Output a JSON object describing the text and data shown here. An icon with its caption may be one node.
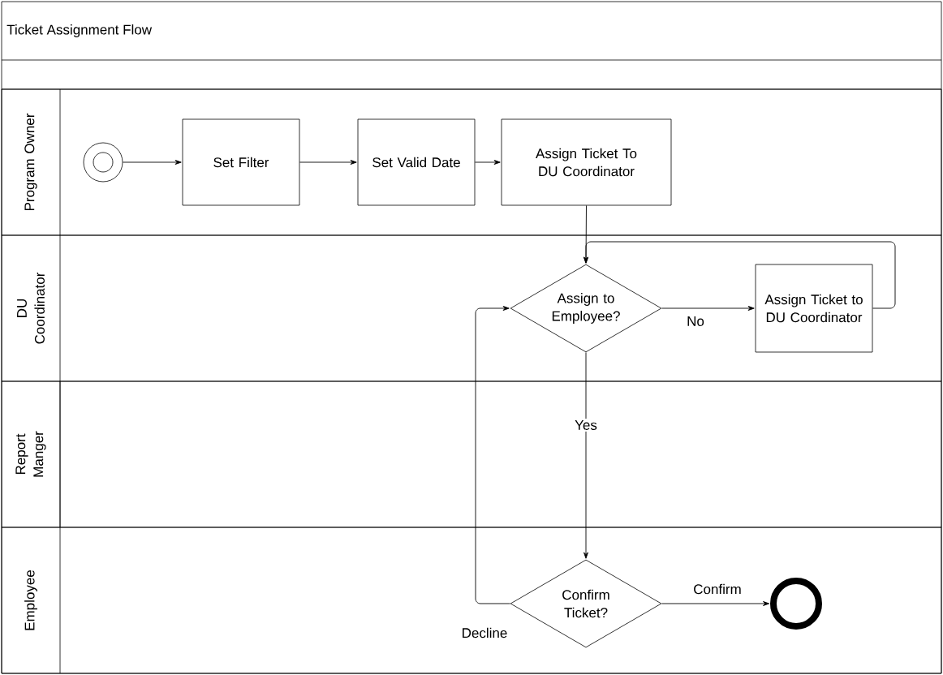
{
  "diagram": {
    "title": "Ticket Assignment Flow",
    "nodes": [
      {
        "text": [
          "Program Owner"
        ]
      },
      {
        "text": [],
        "shape": "circle",
        "in": 0
      },
      {
        "text": [
          "Set Filter"
        ],
        "in": 0
      },
      {
        "text": [
          "Set Valid Date"
        ],
        "in": 0
      },
      {
        "text": [
          "Assign Ticket To DU Coordinator"
        ],
        "in": 0
      },
      {
        "text": [
          "DU Coordinator"
        ]
      },
      {
        "text": [
          "Assign to Employee?"
        ],
        "in": 5
      },
      {
        "text": [
          "Assign Ticket to DU Coordinator"
        ],
        "in": 5
      },
      {
        "text": [
          "Report Manger"
        ]
      },
      {
        "text": [
          "Employee"
        ]
      },
      {
        "text": [
          "Confirm Ticket?"
        ],
        "in": 9
      },
      {
        "text": [],
        "shape": "circle",
        "in": 9
      }
    ],
    "edges": [
      {
        "from": 1,
        "to": 2,
        "arrow": "to"
      },
      {
        "from": 2,
        "to": 3,
        "arrow": "to"
      },
      {
        "from": 3,
        "to": 4,
        "arrow": "to"
      },
      {
        "from": 4,
        "to": 6,
        "arrow": "to"
      },
      {
        "from": 6,
        "to": 7,
        "arrow": "to",
        "label": "No"
      },
      {
        "from": 7,
        "to": 6,
        "arrow": "to"
      },
      {
        "from": 6,
        "to": 10,
        "arrow": "to",
        "label": "Yes"
      },
      {
        "from": 10,
        "to": 11,
        "arrow": "to",
        "label": "Confirm"
      },
      {
        "from": 10,
        "to": 6,
        "arrow": "to",
        "label": "Decline"
      }
    ]
  }
}
